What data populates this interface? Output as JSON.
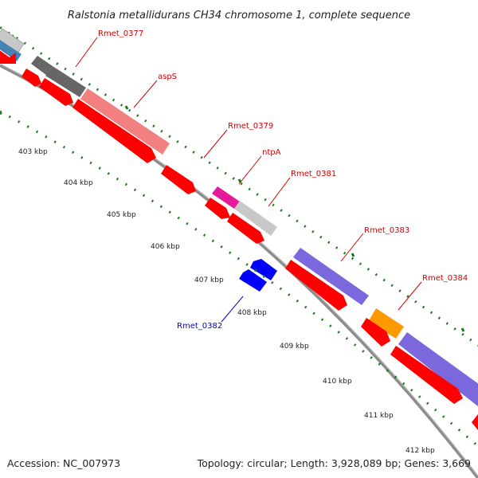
{
  "title": "Ralstonia metallidurans CH34 chromosome 1, complete sequence",
  "footer": {
    "accession": "Accession: NC_007973",
    "summary": "Topology: circular; Length: 3,928,089 bp; Genes: 3,669"
  },
  "scale_labels": [
    "403 kbp",
    "404 kbp",
    "405 kbp",
    "406 kbp",
    "407 kbp",
    "408 kbp",
    "409 kbp",
    "410 kbp",
    "411 kbp",
    "412 kbp"
  ],
  "gene_labels": {
    "rmet_0377": "Rmet_0377",
    "asps": "aspS",
    "rmet_0379": "Rmet_0379",
    "ntpa": "ntpA",
    "rmet_0381": "Rmet_0381",
    "rmet_0382": "Rmet_0382",
    "rmet_0383": "Rmet_0383",
    "rmet_0384": "Rmet_0384"
  },
  "colors": {
    "backbone": "#8c8c8c",
    "cds": "#ff0000",
    "reverse_cds": "#0000ff",
    "cog_dark_gray": "#666666",
    "cog_salmon": "#f28080",
    "cog_magenta": "#e6199a",
    "cog_light_gray": "#c8c8c8",
    "cog_purple": "#7b68dd",
    "cog_orange": "#ff9900",
    "cog_steel_blue": "#4682b4",
    "tick_green": "#1a7a1a",
    "label_red": "#d40000",
    "label_blue": "#0000cc"
  }
}
